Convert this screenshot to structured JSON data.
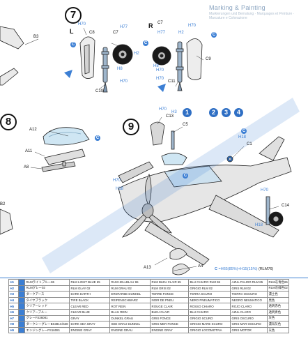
{
  "sheet": {
    "title": "Marking & Painting",
    "subtitle": "Markierungen und Bemalung · Marquages et Peinture · Marcature e Colorazione"
  },
  "steps": [
    {
      "number": "7"
    },
    {
      "number": "8"
    },
    {
      "number": "9"
    }
  ],
  "sides": {
    "left": "L",
    "right": "R"
  },
  "callouts": {
    "b3": "B3",
    "c8": "C8",
    "c7_left": "C7",
    "c10": "C10",
    "c7_right": "C7",
    "c9": "C9",
    "c11": "C11",
    "a12": "A12",
    "a11": "A11",
    "a8": "A8",
    "b2": "B2",
    "c13": "C13",
    "c5": "C5",
    "c1": "C1",
    "c14": "C14",
    "a13": "A13",
    "a4": "A4"
  },
  "paint_codes": {
    "h70_a": "H70",
    "h77_a": "H77",
    "h2_a": "H2",
    "h8_a": "H8",
    "h70_b": "H70",
    "h70_c": "H70",
    "h77_b": "H77",
    "h2_b": "H2",
    "h8_b": "H8",
    "h70_d": "H70",
    "h70_e": "H70",
    "h70_f": "H70",
    "h18": "H18",
    "h70_g": "H70",
    "h18_b": "H18",
    "h70_h": "H70",
    "h18_c": "H18"
  },
  "color_markers": {
    "c_a": "C",
    "c_b": "C",
    "c_c": "C",
    "c_d": "C",
    "c_e": "C",
    "c_f": "C"
  },
  "options": [
    "1",
    "2",
    "3",
    "4"
  ],
  "options_code": "H3",
  "legend": {
    "mark": "C",
    "equation": "=H65(85%)+H15(15%)",
    "ref": "(RLM76)"
  },
  "paint_table": [
    {
      "code": "H1",
      "ja": "RLMライトブルー65",
      "en": "RLM LIGHT BLUE 65",
      "de": "RLM HELLBLAU 65",
      "fr": "RLM BLEU CLAIR 65",
      "it": "BLU CHIARO RLM 65",
      "es": "AZUL PALIDO RLM 65",
      "jp2": "RLM灰青色65"
    },
    {
      "code": "H2",
      "ja": "RLMグレー02",
      "en": "RLM GLAY 02",
      "de": "RLM GRAU 02",
      "fr": "RLM GRIS 02",
      "it": "GRIGIO RLM 02",
      "es": "GRIS RLM 02",
      "jp2": "RLM灰緑色02"
    },
    {
      "code": "H3",
      "ja": "ダークアース",
      "en": "DARK EARTH",
      "de": "ERDFARBE DUNKEL",
      "fr": "TERRE FONCE",
      "it": "TERRA SCURO",
      "es": "TIERRA OSCURO",
      "jp2": "濃土色"
    },
    {
      "code": "H4",
      "ja": "タイヤブラック",
      "en": "TIRE BLACK",
      "de": "REIFENSCHWARZ",
      "fr": "NOIR DE PNEU",
      "it": "NERO PNEUMATICO",
      "es": "NEGRO NEUMATICO",
      "jp2": "黒色"
    },
    {
      "code": "H5",
      "ja": "クリアーレッド",
      "en": "CLEAR RED",
      "de": "ROT REIN",
      "fr": "ROUGE CLAIR",
      "it": "ROSSO CHIARO",
      "es": "ROJO CLARO",
      "jp2": "透明赤色"
    },
    {
      "code": "H6",
      "ja": "クリアーブルー",
      "en": "CLEAR BLUE",
      "de": "BLAU REIN",
      "fr": "BLEU CLAIR",
      "it": "BLU CHIARO",
      "es": "AZUL CLARO",
      "jp2": "透明青色"
    },
    {
      "code": "H7",
      "ja": "グレーFS36081",
      "en": "GRAY",
      "de": "DUNKEL GRAU",
      "fr": "GRIS FONCE",
      "it": "GRIGIO SCURO",
      "es": "GRIS OSCURO",
      "jp2": "灰色"
    },
    {
      "code": "H8",
      "ja": "ダークシーグレーBS381C/638",
      "en": "DARK SEA GRAY",
      "de": "SEE GRAU DUNKEL",
      "fr": "GRIS MER FONCE",
      "it": "GRIGIO MARE SCURO",
      "es": "GRIS MAR OSCURO",
      "jp2": "濃海灰色"
    },
    {
      "code": "H9",
      "ja": "エンジングレーFS16081",
      "en": "ENGINE GRAY",
      "de": "ENGINE GRAU",
      "fr": "ENGINE GRAY",
      "it": "GRIGIO LOCOMOTIVA",
      "es": "GRIS MOTOR",
      "jp2": "灰色"
    }
  ],
  "colors": {
    "accent": "#3c7fd4",
    "ink": "#111111",
    "fill": "#e9e9e9",
    "rule": "#8d8d8d"
  }
}
